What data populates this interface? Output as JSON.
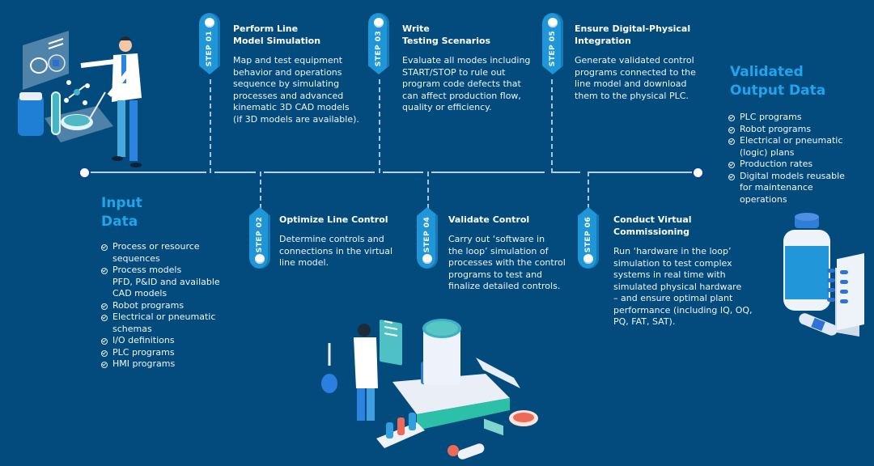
{
  "input_data": {
    "title": "Input\nData",
    "items": [
      "Process or resource\nsequences",
      "Process models\nPFD, P&ID and available\nCAD models",
      "Robot programs",
      "Electrical or pneumatic\nschemas",
      "I/O definitions",
      "PLC programs",
      "HMI programs"
    ]
  },
  "output_data": {
    "title": "Validated\nOutput Data",
    "items": [
      "PLC programs",
      "Robot programs",
      "Electrical or pneumatic\n(logic) plans",
      "Production rates",
      "Digital models reusable\nfor maintenance\noperations"
    ]
  },
  "steps": [
    {
      "tag": "STEP 01",
      "title": "Perform Line\nModel Simulation",
      "body": "Map and test equipment\nbehavior and operations\nsequence by simulating\nprocesses and advanced\nkinematic 3D CAD models\n(if 3D models are available)."
    },
    {
      "tag": "STEP 02",
      "title": "Optimize Line Control",
      "body": "Determine controls and\nconnections in the virtual\nline model."
    },
    {
      "tag": "STEP 03",
      "title": "Write\nTesting Scenarios",
      "body": "Evaluate all modes including\nSTART/STOP to rule out\nprogram code defects that\ncan affect production flow,\nquality or efficiency."
    },
    {
      "tag": "STEP 04",
      "title": "Validate Control",
      "body": "Carry out ‘software in\nthe loop’ simulation of\nprocesses with the control\nprograms to test and\nfinalize detailed controls."
    },
    {
      "tag": "STEP 05",
      "title": "Ensure Digital-Physical\nIntegration",
      "body": "Generate validated control\nprograms connected to the\nline model and download\nthem to the physical PLC."
    },
    {
      "tag": "STEP 06",
      "title": "Conduct Virtual\nCommissioning",
      "body": "Run ‘hardware in the loop’\nsimulation to test complex\nsystems in real time with\nsimulated physical hardware\n– and ensure optimal plant\nperformance (including IQ, OQ,\nPQ, FAT, SAT)."
    }
  ],
  "icons": {
    "check": "check-circle-icon",
    "scientist_top_left": "scientist-lab-illustration",
    "scientist_bottom": "lab-equipment-illustration",
    "medicine": "medicine-bottle-illustration"
  },
  "colors": {
    "background": "#034b7d",
    "accent": "#20a4ec",
    "tag": "#1e96d8"
  }
}
